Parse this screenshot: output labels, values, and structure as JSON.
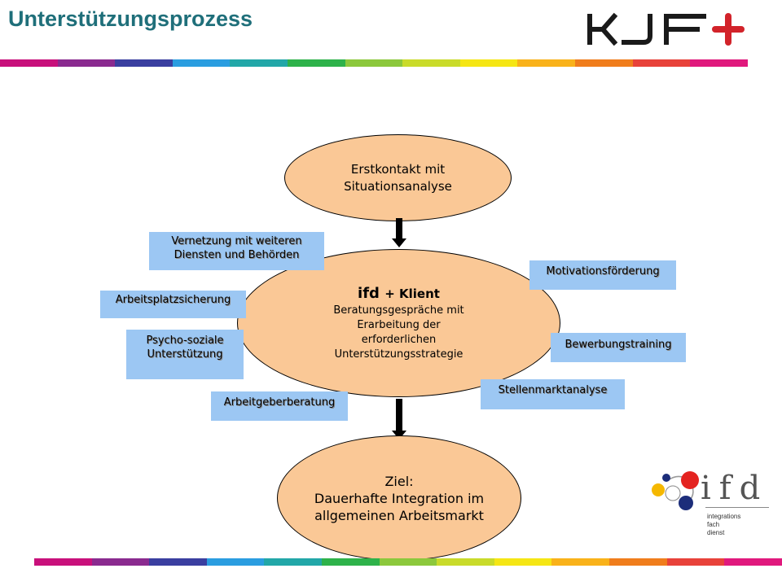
{
  "title": "Unterstützungsprozess",
  "logo_kjf": {
    "text": "KJF",
    "colors": {
      "text": "#1a1a1a",
      "cross": "#d2232a"
    }
  },
  "diagram": {
    "start": {
      "line1": "Erstkontakt mit",
      "line2": "Situationsanalyse"
    },
    "center": {
      "head": "ifd",
      "head_suffix": "+ Klient",
      "body": [
        "Beratungsgespräche mit",
        "Erarbeitung der",
        "erforderlichen",
        "Unterstützungsstrategie"
      ]
    },
    "goal": {
      "line1": "Ziel:",
      "line2": "Dauerhafte Integration im",
      "line3": "allgemeinen Arbeitsmarkt"
    },
    "boxes": {
      "vernetzung": [
        "Vernetzung mit weiteren",
        "Diensten und Behörden"
      ],
      "arbeitsplatz": [
        "Arbeitsplatzsicherung"
      ],
      "psycho": [
        "Psycho-soziale",
        "Unterstützung"
      ],
      "arbeitgeber": [
        "Arbeitgeberberatung"
      ],
      "motivation": [
        "Motivationsförderung"
      ],
      "bewerbung": [
        "Bewerbungstraining"
      ],
      "stellenmarkt": [
        "Stellenmarktanalyse"
      ]
    },
    "colors": {
      "ellipse_fill": "#fac896",
      "box_fill": "#9cc7f3",
      "title": "#1f6f7a"
    }
  },
  "logo_ifd": {
    "letters": "ifd",
    "sub": [
      "integrations",
      "fach",
      "dienst"
    ]
  },
  "stripe_colors": [
    "#c8107b",
    "#8a2a8f",
    "#3a3fa0",
    "#2a9de0",
    "#22a7a8",
    "#2eb24a",
    "#8cc83c",
    "#c9db2a",
    "#f5e614",
    "#f9b21a",
    "#f07d1c",
    "#e8423a",
    "#e0197d"
  ]
}
